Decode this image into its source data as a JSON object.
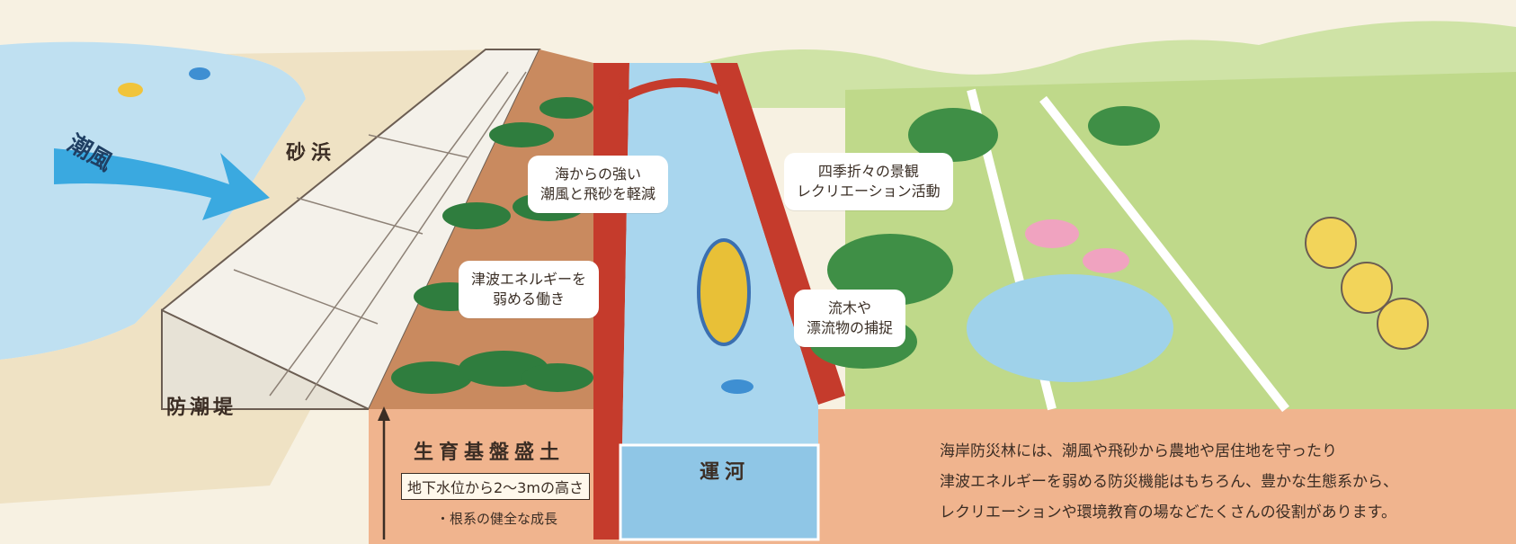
{
  "colors": {
    "sea": "#bfe0f1",
    "sand": "#efe2c4",
    "embankment": "#f4f1ea",
    "soil": "#f0b48e",
    "canal": "#a9d6ee",
    "canal_wall": "#c53b2c",
    "forest": "#2f7d3e",
    "field": "#bfd98a",
    "wind_arrow": "#3aa9e0"
  },
  "labels": {
    "wind": "潮風",
    "sand_beach": "砂浜",
    "embankment": "防潮堤",
    "growth_mound": "生育基盤盛土",
    "groundwater_height": "地下水位から2〜3mの高さ",
    "root_growth": "・根系の健全な成長",
    "canal": "運河"
  },
  "bubbles": {
    "wind_sand": [
      "海からの強い",
      "潮風と飛砂を軽減"
    ],
    "tsunami": [
      "津波エネルギーを",
      "弱める働き"
    ],
    "scenery": [
      "四季折々の景観",
      "レクリエーション活動"
    ],
    "driftwood": [
      "流木や",
      "漂流物の捕捉"
    ]
  },
  "caption": [
    "海岸防災林には、潮風や飛砂から農地や居住地を守ったり",
    "津波エネルギーを弱める防災機能はもちろん、豊かな生態系から、",
    "レクリエーションや環境教育の場などたくさんの役割があります。"
  ],
  "icons": [
    "fish-icon",
    "crab-icon",
    "duck-icon",
    "boat-icon",
    "cyclist-icon",
    "dog-icon",
    "flower-icon",
    "tree-icon"
  ]
}
